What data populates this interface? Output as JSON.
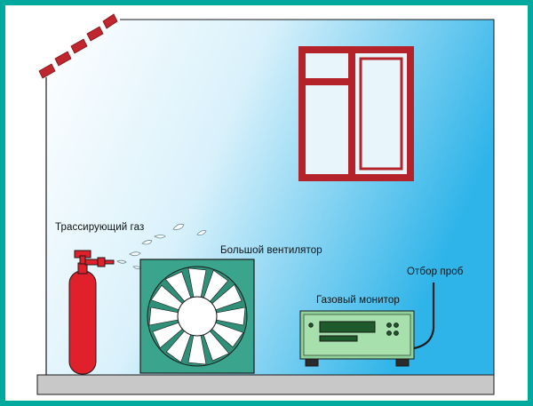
{
  "labels": {
    "tracer_gas": "Трассирующий газ",
    "large_fan": "Большой вентилятор",
    "gas_monitor": "Газовый монитор",
    "sampling": "Отбор проб"
  },
  "colors": {
    "frame": "#00a99d",
    "wall_light": "#ffffff",
    "wall_blue": "#2fb4e9",
    "brick": "#c0262d",
    "window_frame": "#b5232a",
    "floor": "#c8c8c8",
    "fan_body": "#3aa58c",
    "cylinder": "#e0202a",
    "monitor_body": "#8fd39a",
    "monitor_display": "#1f5a2a",
    "outline": "#1a1a1a"
  },
  "icons": {
    "cylinder": "gas-cylinder-icon",
    "fan": "fan-icon",
    "monitor": "gas-monitor-icon",
    "window": "window-icon",
    "roof": "roof-tiles-icon",
    "puffs": "gas-puff-icon",
    "tube": "sampling-tube-icon"
  }
}
